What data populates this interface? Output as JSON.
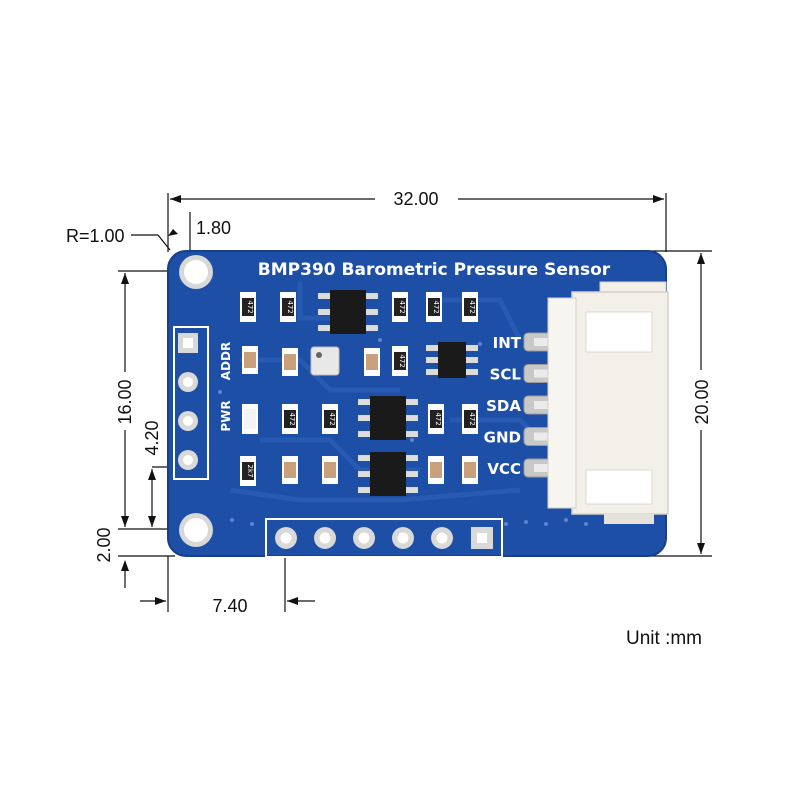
{
  "board": {
    "title": "BMP390 Barometric Pressure Sensor",
    "side_labels": [
      "ADDR",
      "PWR"
    ],
    "pins": [
      "INT",
      "SCL",
      "SDA",
      "GND",
      "VCC"
    ],
    "resistor_marking": "472",
    "resistor_marking_alt": "2k7"
  },
  "dimensions": {
    "width": "32.00",
    "height": "20.00",
    "corner_radius": "R=1.00",
    "hole_offset": "1.80",
    "hole_spacing_vertical": "16.00",
    "header_pitch_offset": "4.20",
    "bottom_offset": "2.00",
    "header_offset": "7.40"
  },
  "unit": "Unit :mm",
  "colors": {
    "pcb": "#1e4fa6",
    "pcb_edge": "#163f8c",
    "silkscreen": "#ffffff",
    "connector": "#f3f0ea",
    "pad": "#e2e2e2",
    "chip": "#1a1a1a"
  }
}
